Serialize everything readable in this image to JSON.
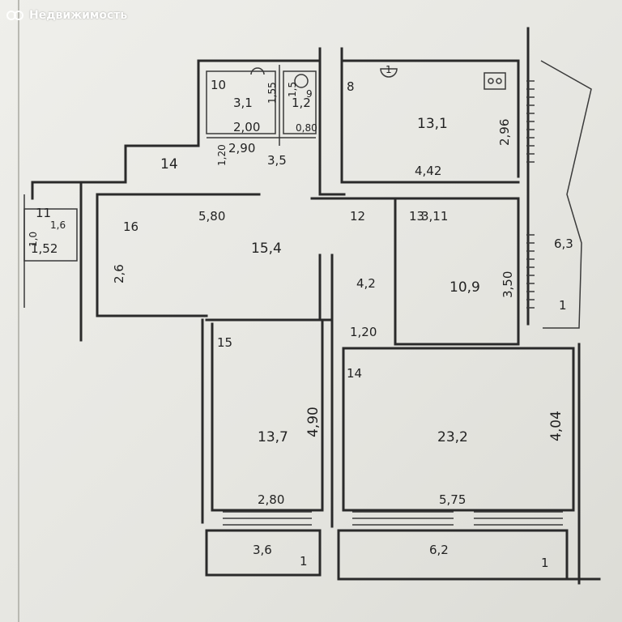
{
  "watermark": {
    "brand": "Недвижимость",
    "icon": "logo-rings-icon"
  },
  "plan": {
    "rooms": [
      {
        "id": "room-bath",
        "area": "3,1"
      },
      {
        "id": "room-wc",
        "area": "1,2"
      },
      {
        "id": "room-kitchen",
        "area": "13,1"
      },
      {
        "id": "room-hall",
        "area": "15,4"
      },
      {
        "id": "room-bed-small",
        "area": "10,9"
      },
      {
        "id": "room-bed",
        "area": "13,7"
      },
      {
        "id": "room-living",
        "area": "23,2"
      },
      {
        "id": "room-corridor",
        "area": "4,2"
      },
      {
        "id": "room-entry",
        "area": "3,5"
      },
      {
        "id": "loggia-left",
        "area": "3,6"
      },
      {
        "id": "loggia-right",
        "area": "6,2"
      },
      {
        "id": "side-loggia",
        "area": "6,3"
      },
      {
        "id": "balcony-left",
        "area": "1,52"
      }
    ],
    "dimensions": [
      {
        "id": "dim-5-80",
        "text": "5,80"
      },
      {
        "id": "dim-4-42",
        "text": "4,42"
      },
      {
        "id": "dim-3-11",
        "text": "3,11"
      },
      {
        "id": "dim-2-90",
        "text": "2,90"
      },
      {
        "id": "dim-2-00",
        "text": "2,00"
      },
      {
        "id": "dim-0-80",
        "text": "0,80"
      },
      {
        "id": "dim-2-96",
        "text": "2,96"
      },
      {
        "id": "dim-3-50",
        "text": "3,50"
      },
      {
        "id": "dim-4-90",
        "text": "4,90"
      },
      {
        "id": "dim-4-04",
        "text": "4,04"
      },
      {
        "id": "dim-2-80",
        "text": "2,80"
      },
      {
        "id": "dim-5-75",
        "text": "5,75"
      },
      {
        "id": "dim-1-20-a",
        "text": "1,20"
      },
      {
        "id": "dim-1-20-b",
        "text": "1,20"
      },
      {
        "id": "dim-1-55",
        "text": "1,55"
      },
      {
        "id": "dim-2-6",
        "text": "2,6"
      }
    ],
    "marks": [
      {
        "id": "mark-14-top",
        "text": "14"
      },
      {
        "id": "mark-16",
        "text": "16"
      },
      {
        "id": "mark-12",
        "text": "12"
      },
      {
        "id": "mark-13",
        "text": "13"
      },
      {
        "id": "mark-15",
        "text": "15"
      },
      {
        "id": "mark-14-mid",
        "text": "14"
      },
      {
        "id": "mark-10",
        "text": "10"
      },
      {
        "id": "mark-9",
        "text": "9"
      },
      {
        "id": "mark-8",
        "text": "8"
      },
      {
        "id": "mark-11",
        "text": "11"
      },
      {
        "id": "mark-1-left",
        "text": "1"
      },
      {
        "id": "mark-1-right",
        "text": "1"
      },
      {
        "id": "mark-1-kitchen",
        "text": "1"
      },
      {
        "id": "mark-1-side",
        "text": "1"
      },
      {
        "id": "mark-1-6",
        "text": "1,6"
      },
      {
        "id": "mark-1-0",
        "text": "1,0"
      },
      {
        "id": "mark-1-5",
        "text": "1,5"
      }
    ]
  }
}
